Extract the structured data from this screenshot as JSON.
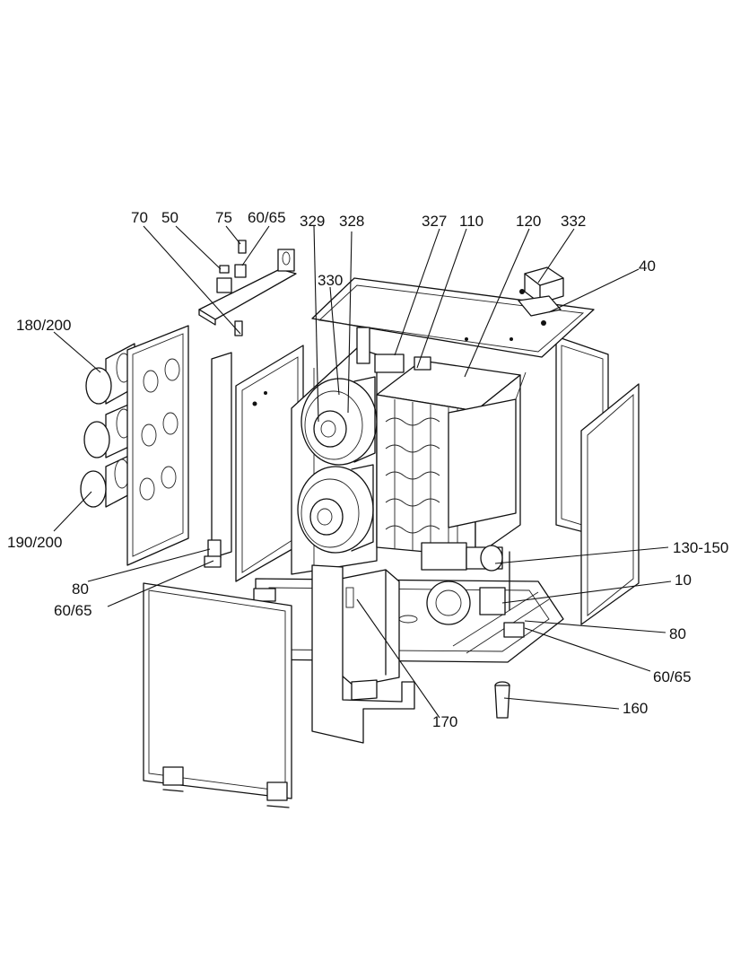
{
  "callouts": {
    "c70": "70",
    "c50": "50",
    "c75": "75",
    "c60_65_top": "60/65",
    "c329": "329",
    "c328": "328",
    "c327": "327",
    "c110": "110",
    "c120": "120",
    "c332": "332",
    "c40": "40",
    "c330": "330",
    "c180_200": "180/200",
    "c190_200": "190/200",
    "c80_left": "80",
    "c60_65_left": "60/65",
    "c130_150": "130-150",
    "c10": "10",
    "c80_right": "80",
    "c60_65_right": "60/65",
    "c160": "160",
    "c170": "170"
  }
}
